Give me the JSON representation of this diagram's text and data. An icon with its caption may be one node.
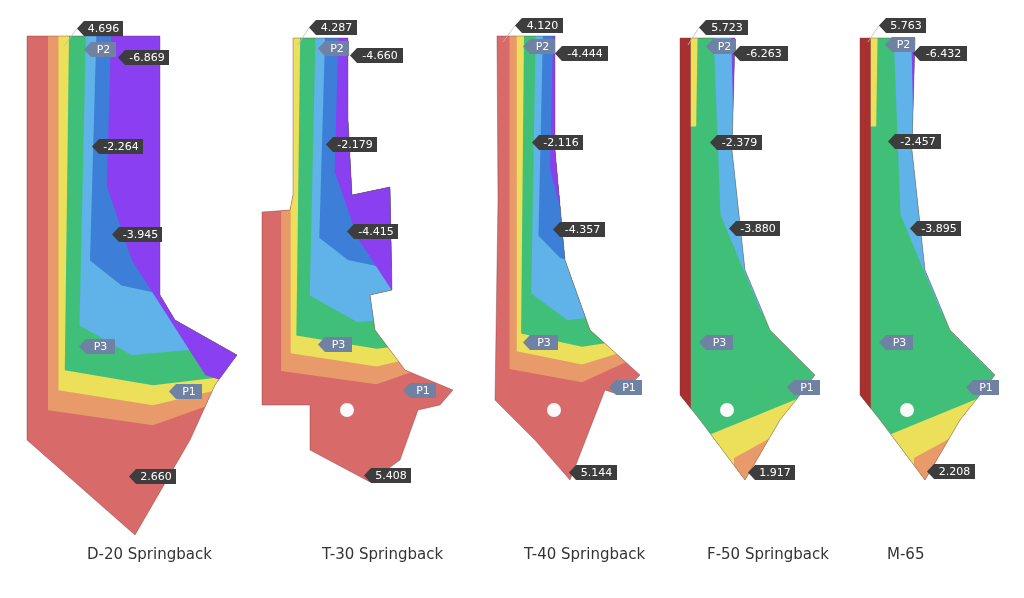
{
  "diagram": {
    "nodes": [
      {
        "text": [],
        "shape": "picture"
      },
      {
        "text": [
          "4.696"
        ]
      },
      {
        "text": [],
        "shape": "picture"
      },
      {
        "text": [
          "4.287"
        ]
      },
      {
        "text": [],
        "shape": "picture"
      },
      {
        "text": [
          "4.120"
        ]
      },
      {
        "text": [],
        "shape": "picture"
      },
      {
        "text": [
          "5.723"
        ]
      },
      {
        "text": [],
        "shape": "picture"
      },
      {
        "text": [
          "5.763"
        ]
      }
    ],
    "edges": [
      {
        "from": 1,
        "to": 0,
        "arrow": "none"
      },
      {
        "from": 3,
        "to": 2,
        "arrow": "none"
      },
      {
        "from": 5,
        "to": 4,
        "arrow": "none"
      },
      {
        "from": 7,
        "to": 6,
        "arrow": "none"
      },
      {
        "from": 9,
        "to": 8,
        "arrow": "none"
      }
    ],
    "labels": [
      "P2",
      "-6.869",
      "-2.264",
      "-3.945",
      "P3",
      "P1",
      "2.660",
      "P2",
      "-4.660",
      "-2.179",
      "-4.415",
      "P3",
      "P1",
      "5.408",
      "P2",
      "-4.444",
      "-2.116",
      "-4.357",
      "P3",
      "P1",
      "5.144",
      "P2",
      "-6.263",
      "-2.379",
      "-3.880",
      "P3",
      "P1",
      "1.917",
      "P2",
      "-6.432",
      "-2.457",
      "-3.895",
      "P3",
      "P1",
      "2.208",
      "D-20 Springback",
      "T-30 Springback",
      "T-40 Springback",
      "F-50 Springback",
      "M-65"
    ]
  }
}
